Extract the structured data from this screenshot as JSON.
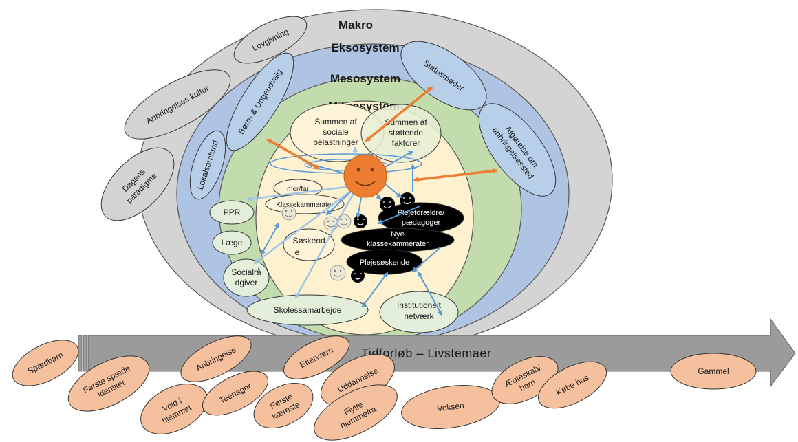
{
  "colors": {
    "makro": "#d4d4d4",
    "ekso": "#afc4e2",
    "meso": "#c3dcae",
    "mikro": "#fdf1cf",
    "outer_oval": "#d3d3d3",
    "blue_oval": "#b8cfe9",
    "green_oval": "#e3efdb",
    "life_oval": "#f5c09e",
    "orange_arrow": "#ed7d31",
    "blue_arrow": "#5b9bd5",
    "timeline": "#9b9b9b"
  },
  "rings": {
    "makro": "Makro",
    "ekso": "Eksosystem",
    "meso": "Mesosystem",
    "mikro": "Mikrosystem"
  },
  "makro_items": {
    "lovgivning": "Lovgivning",
    "anbringelses_kultur": "Anbringelses kultur",
    "dagens_paradigme": [
      "Dagens",
      "paradigme"
    ]
  },
  "ekso_items": {
    "born_ungeudvalg": "Børn- & Ungeudvalg",
    "lokalsamfund": "Lokalsamfund",
    "statusmoder": "Statusmøder",
    "afgorelse": [
      "Afgørelse om",
      "anbringelsessted"
    ]
  },
  "meso_items": {
    "ppr": "PPR",
    "laege": "Læge",
    "socialraadgiver": [
      "Socialrå",
      "dgiver"
    ],
    "skolessamarbejde": "Skolessamarbejde",
    "institutionelt": [
      "Institutionelt",
      "netværk"
    ]
  },
  "mikro_items": {
    "summen_belastninger": [
      "Summen af",
      "sociale",
      "belastninger"
    ],
    "summen_stottende": [
      "Summen af",
      "støttende",
      "faktorer"
    ],
    "mor_far": "mor/far",
    "klassekammerater": "Klassekammerater",
    "soskende": [
      "Søskend",
      "e"
    ],
    "plejeforaeldre": [
      "Plejeforældre/",
      "pædagoger"
    ],
    "nye_klassekammerater": [
      "Nye",
      "klassekammerater"
    ],
    "plejesoskende": "Plejesøskende"
  },
  "timeline": {
    "label": "Tidforløb  –  Livstemaer"
  },
  "life_themes": [
    [
      "Spædbarn"
    ],
    [
      "Første spæde",
      "identitet"
    ],
    [
      "Anbringelse"
    ],
    [
      "Vold i",
      "hjemmet"
    ],
    [
      "Teenager"
    ],
    [
      "Efterværn"
    ],
    [
      "Første",
      "kæreste"
    ],
    [
      "Uddannelse"
    ],
    [
      "Flytte",
      "hjemmefra"
    ],
    [
      "Voksen"
    ],
    [
      "Ægteskab/",
      "barn"
    ],
    [
      "Købe hus"
    ],
    [
      "Gammel"
    ]
  ]
}
